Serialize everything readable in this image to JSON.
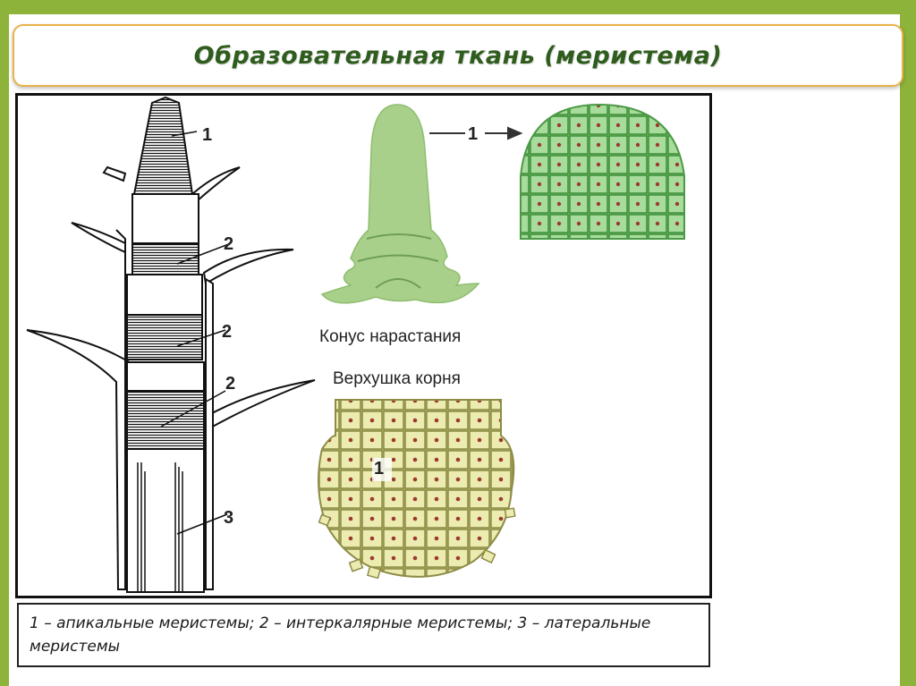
{
  "slide": {
    "title": "Образовательная  ткань (меристема)"
  },
  "figure": {
    "stem_labels": [
      "1",
      "2",
      "2",
      "2",
      "3"
    ],
    "cone_arrow_label": "1",
    "cone_caption": "Конус нарастания",
    "root_caption": "Верхушка корня",
    "root_label": "1"
  },
  "caption": {
    "text": "1 – апикальные меристемы; 2 – интеркалярные меристемы; 3 – латеральные меристемы"
  },
  "colors": {
    "background": "#8db33a",
    "title_text": "#2f5d1e",
    "title_border": "#e9b34a",
    "cone_green": "#a9d08a",
    "cell_green": "#7ec873",
    "root_yellow": "#e8e8a0"
  }
}
